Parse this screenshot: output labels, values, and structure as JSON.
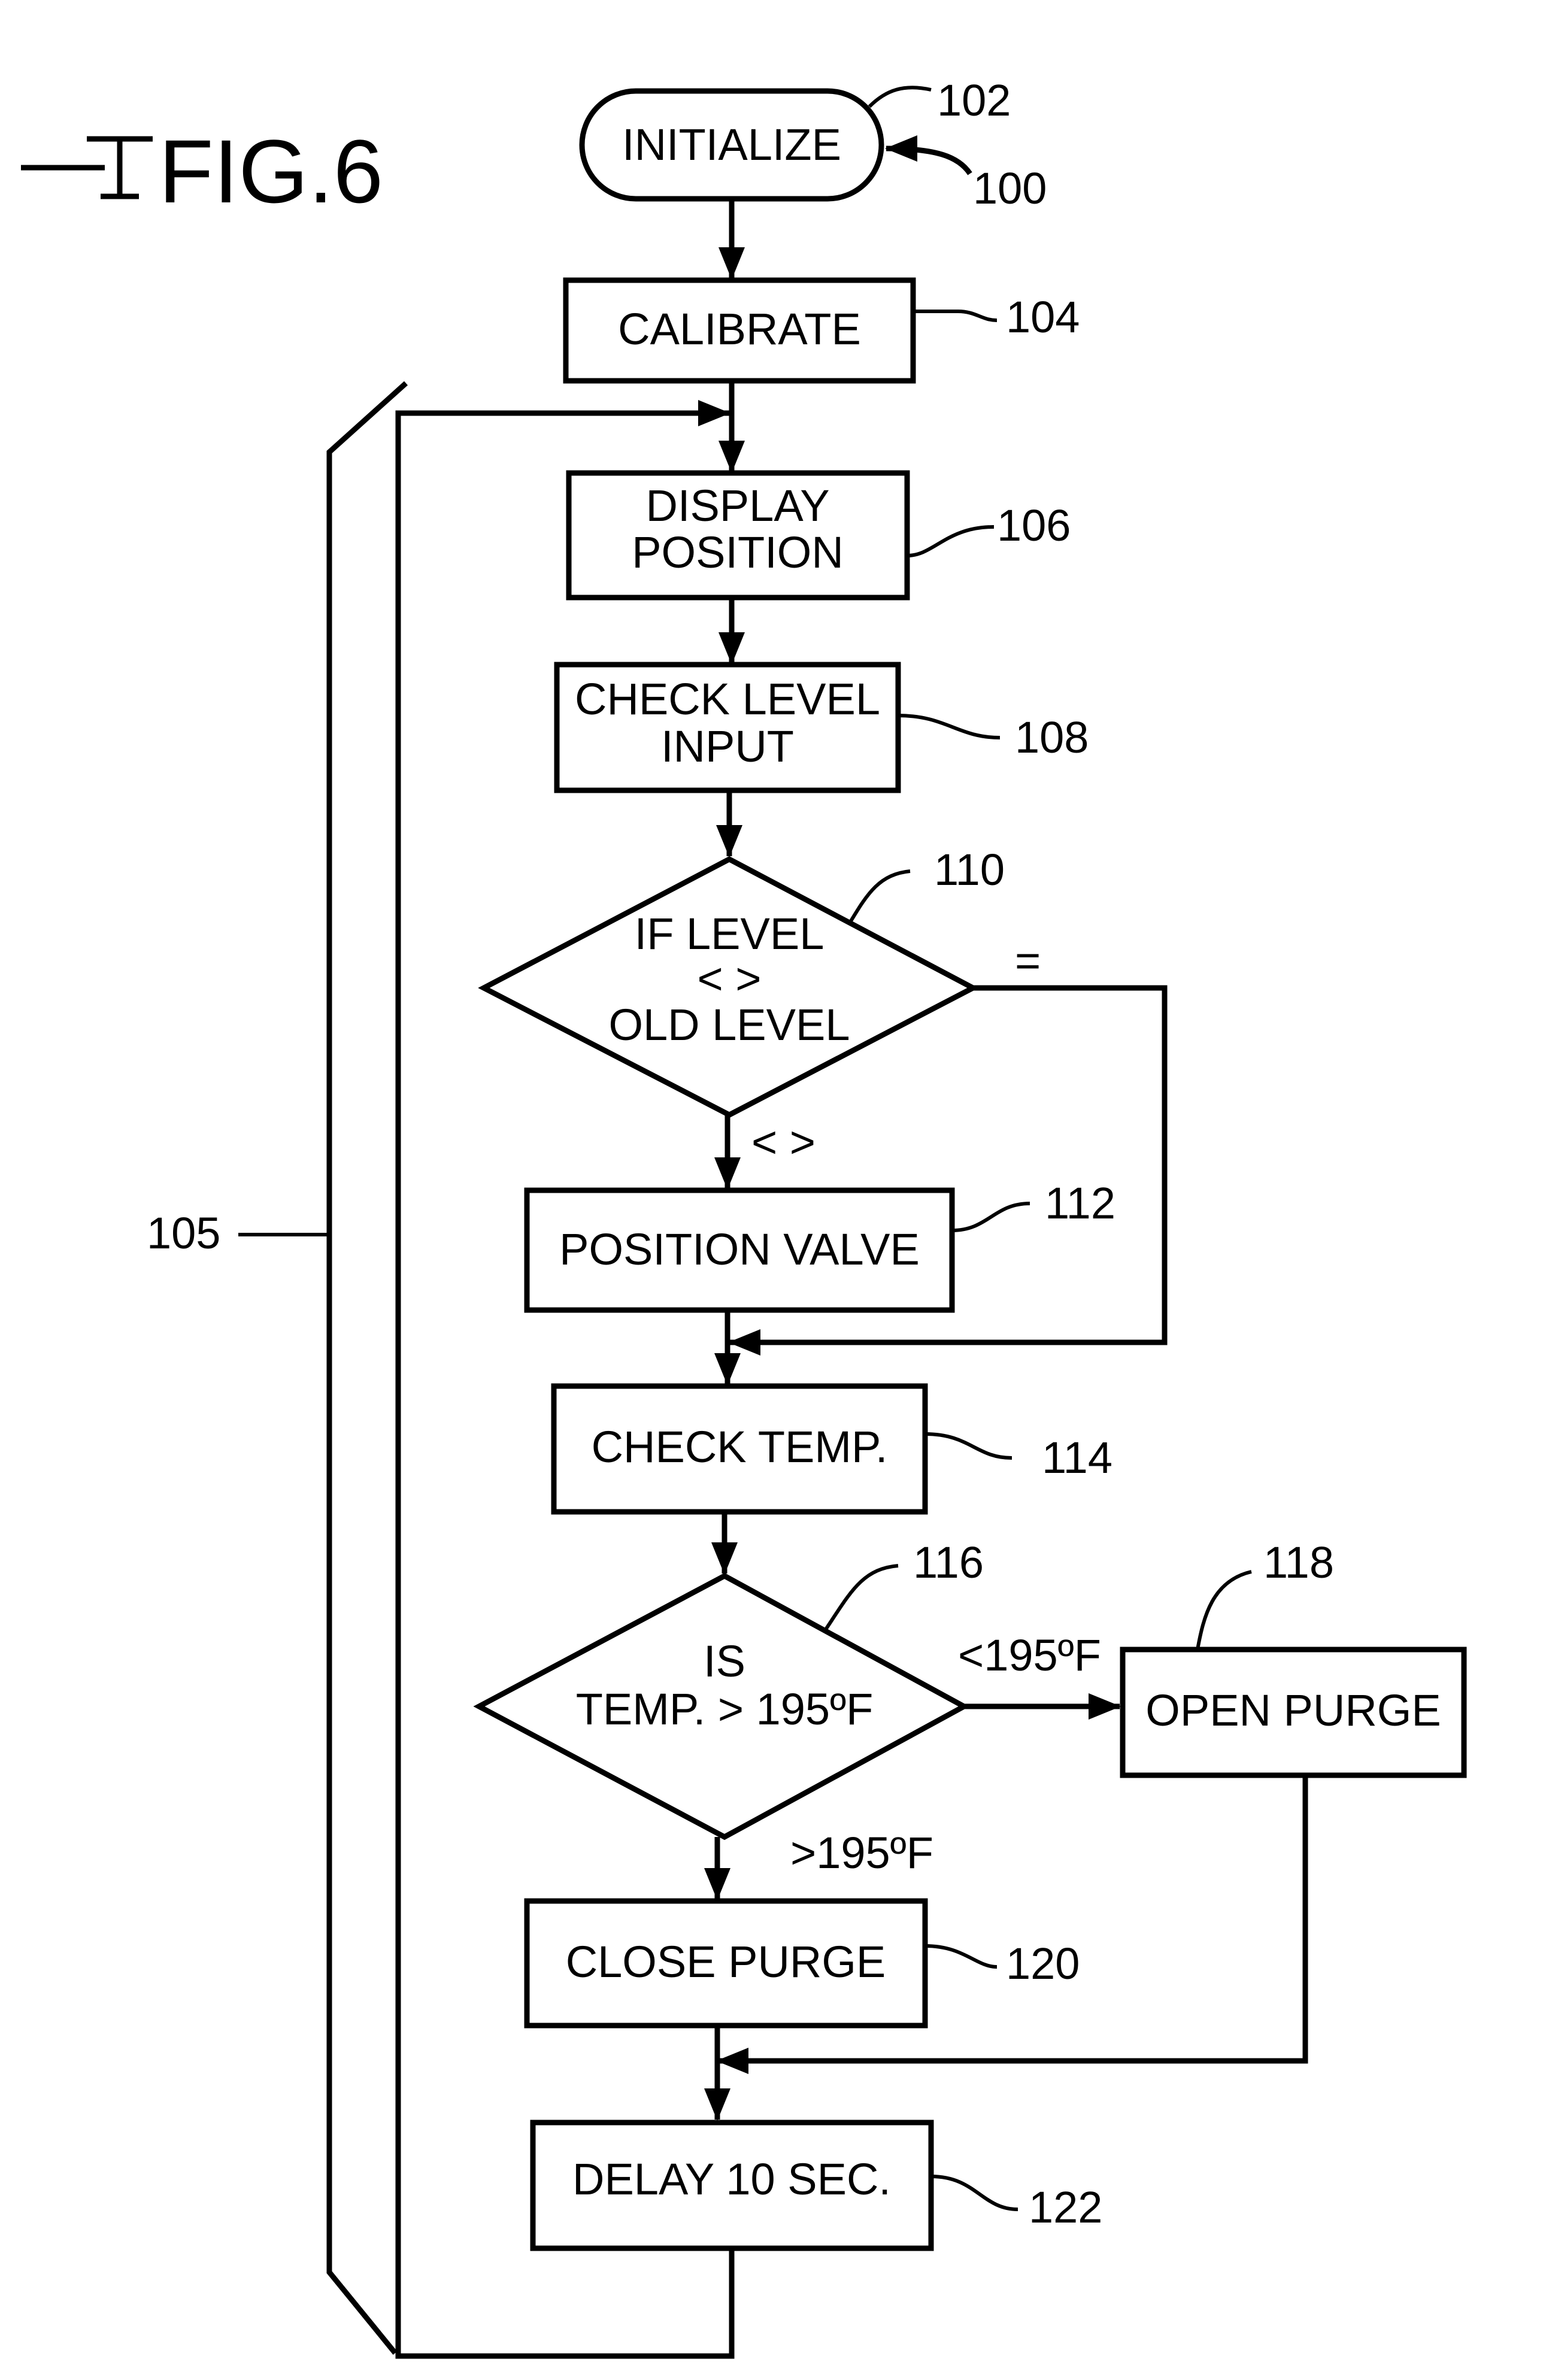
{
  "figure_label": "FIG.6",
  "nodes": {
    "initialize": {
      "text": "INITIALIZE",
      "ref": "102"
    },
    "calibrate": {
      "text": "CALIBRATE",
      "ref": "104"
    },
    "display_position": {
      "line1": "DISPLAY",
      "line2": "POSITION",
      "ref": "106"
    },
    "check_level_input": {
      "line1": "CHECK LEVEL",
      "line2": "INPUT",
      "ref": "108"
    },
    "level_decision": {
      "line1": "IF LEVEL",
      "line2": "< >",
      "line3": "OLD LEVEL",
      "ref": "110"
    },
    "position_valve": {
      "text": "POSITION VALVE",
      "ref": "112"
    },
    "check_temp": {
      "text": "CHECK TEMP.",
      "ref": "114"
    },
    "temp_decision": {
      "line1": "IS",
      "line2": "TEMP. > 195ºF",
      "ref": "116"
    },
    "open_purge": {
      "text": "OPEN PURGE",
      "ref": "118"
    },
    "close_purge": {
      "text": "CLOSE PURGE",
      "ref": "120"
    },
    "delay": {
      "text": "DELAY 10 SEC.",
      "ref": "122"
    }
  },
  "edge_labels": {
    "level_equal": "=",
    "level_not_equal": "< >",
    "temp_below": "<195ºF",
    "temp_above": ">195ºF"
  },
  "refs": {
    "flowchart": "100",
    "loop": "105"
  }
}
